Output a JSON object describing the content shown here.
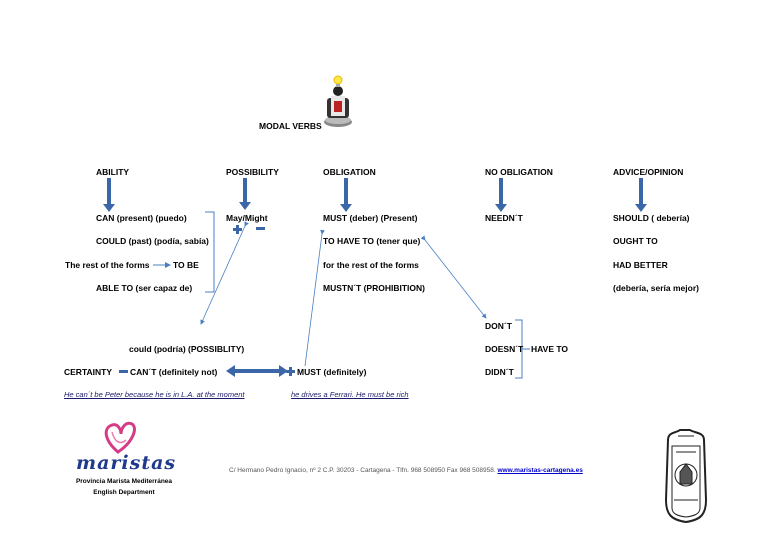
{
  "title": "MODAL VERBS",
  "headers": {
    "ability": "ABILITY",
    "possibility": "POSSIBILITY",
    "obligation": "OBLIGATION",
    "no_obligation": "NO OBLIGATION",
    "advice": "ADVICE/OPINION"
  },
  "ability": {
    "can": "CAN (present) (puedo)",
    "could": "COULD (past) (podía, sabía)",
    "rest": "The rest of the forms",
    "to_be": "TO BE",
    "able": "ABLE TO (ser capaz de)"
  },
  "possibility": {
    "may_might": "May/Might",
    "could_podria": "could (podría) (POSSIBLITY)",
    "certainty": "CERTAINTY",
    "cant": "CAN´T (definitely not)",
    "must_def": "MUST (definitely)"
  },
  "obligation": {
    "must": "MUST (deber) (Present)",
    "have_to": "TO HAVE TO (tener que)",
    "rest": "for the rest of the forms",
    "mustnt": "MUSTN´T (PROHIBITION)"
  },
  "no_obligation": {
    "neednt": "NEEDN´T",
    "dont": "DON´T",
    "doesnt": "DOESN´T",
    "didnt": "DIDN´T",
    "have_to": "HAVE TO"
  },
  "advice": {
    "should": "SHOULD ( debería)",
    "ought": "OUGHT TO",
    "had_better": "HAD BETTER",
    "translation": "(debería, sería mejor)"
  },
  "examples": {
    "peter": "He can´t be Peter because he is in L.A. at the moment",
    "ferrari": "he drives a Ferrari. He must be rich"
  },
  "footer": {
    "brand": "maristas",
    "province": "Provincia Marista Mediterránea",
    "department": "English Department",
    "address": "C/ Hermano Pedro Ignacio, nº 2   C.P. 30203 - Cartagena  -  Tlfn. 968 508950  Fax 968 508958.",
    "website": "www.maristas-cartagena.es"
  },
  "colors": {
    "arrow_blue": "#4a7fc1",
    "logo_pink": "#d43d86",
    "logo_blue": "#1f3a8c"
  },
  "icons": [
    "lightbulb-figure-icon",
    "plus-icon",
    "minus-icon",
    "maristas-heart-icon",
    "school-crest-icon"
  ]
}
